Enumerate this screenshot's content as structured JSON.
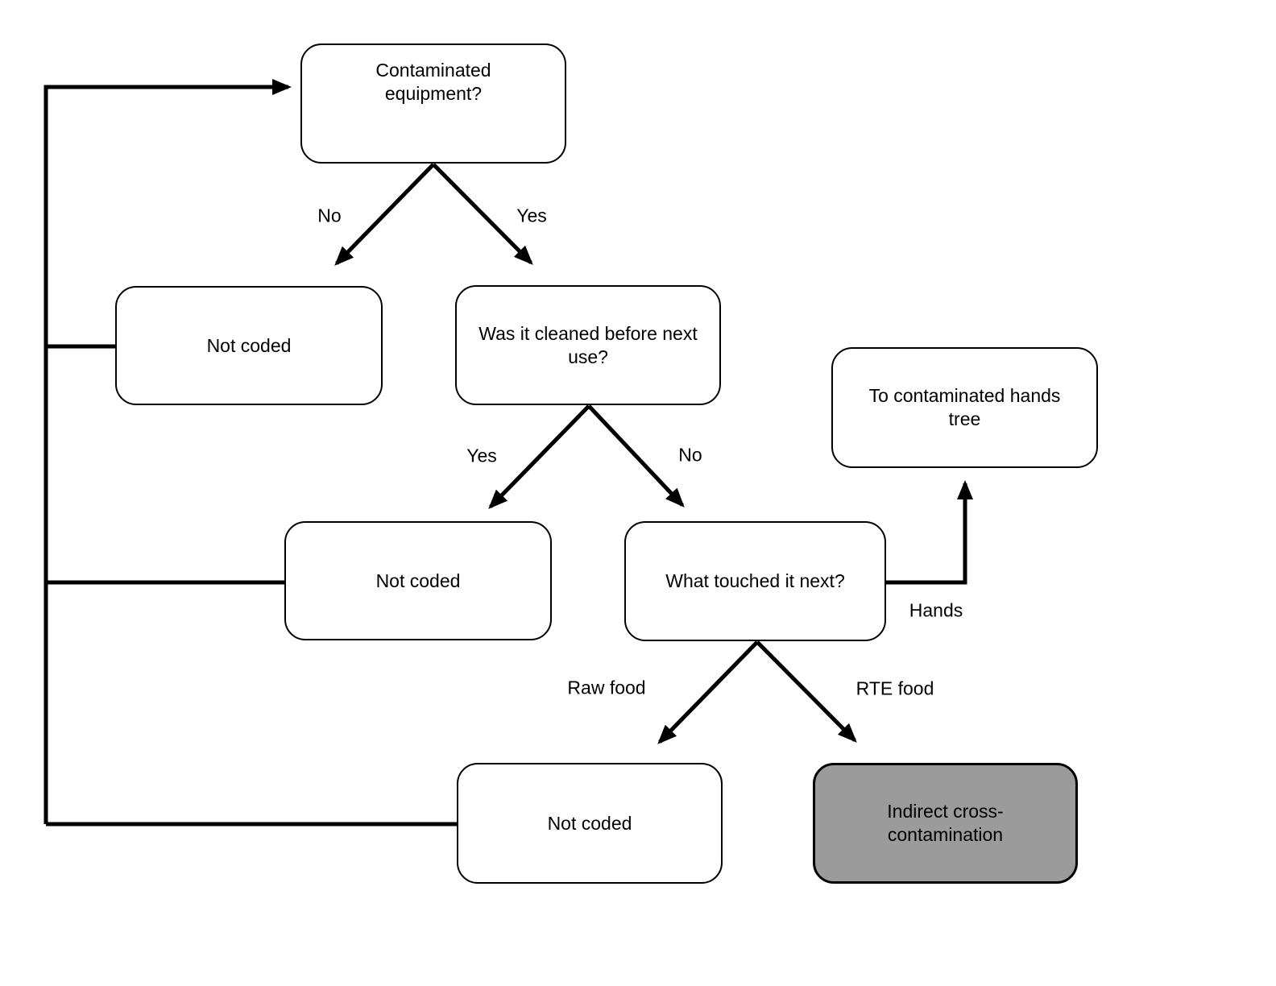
{
  "diagram": {
    "nodes": {
      "contaminated_equipment": {
        "label": "Contaminated equipment?"
      },
      "not_coded_1": {
        "label": "Not coded"
      },
      "was_it_cleaned": {
        "label": "Was it cleaned before next use?"
      },
      "to_contaminated_hands_tree": {
        "label": "To contaminated hands tree"
      },
      "not_coded_2": {
        "label": "Not coded"
      },
      "what_touched_it_next": {
        "label": "What touched it next?"
      },
      "not_coded_3": {
        "label": "Not coded"
      },
      "indirect_cross_contamination": {
        "label": "Indirect cross-contamination"
      }
    },
    "edge_labels": {
      "no_1": "No",
      "yes_1": "Yes",
      "yes_2": "Yes",
      "no_2": "No",
      "hands": "Hands",
      "raw_food": "Raw food",
      "rte_food": "RTE food"
    },
    "colors": {
      "stroke": "#000000",
      "node_fill": "#ffffff",
      "highlight_fill": "#9b9b9b",
      "background": "#ffffff"
    }
  }
}
